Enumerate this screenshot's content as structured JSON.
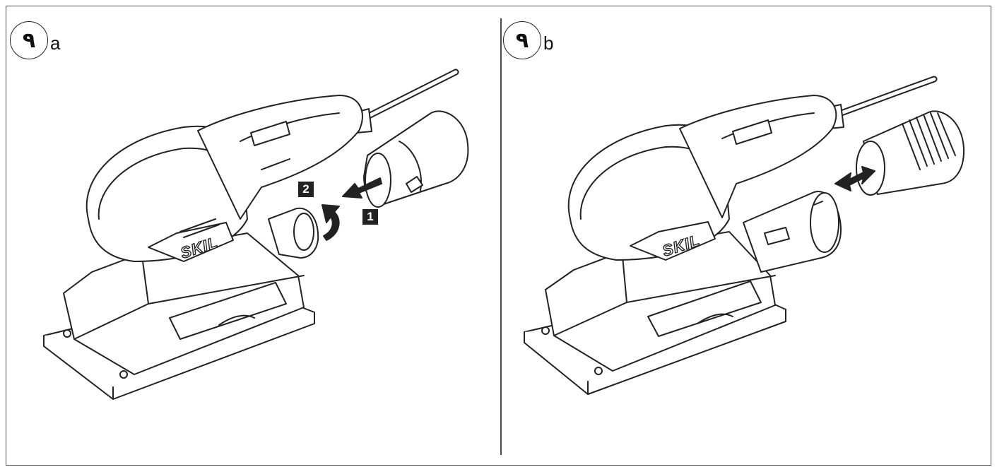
{
  "figure": {
    "panel_a": {
      "number": "٩",
      "letter": "a",
      "steps": [
        "1",
        "2"
      ],
      "logo": "SKIL"
    },
    "panel_b": {
      "number": "٩",
      "letter": "b",
      "logo": "SKIL"
    }
  },
  "colors": {
    "line": "#222222",
    "frame": "#4a4a4a",
    "fill": "#ffffff",
    "badge": "#222222"
  }
}
